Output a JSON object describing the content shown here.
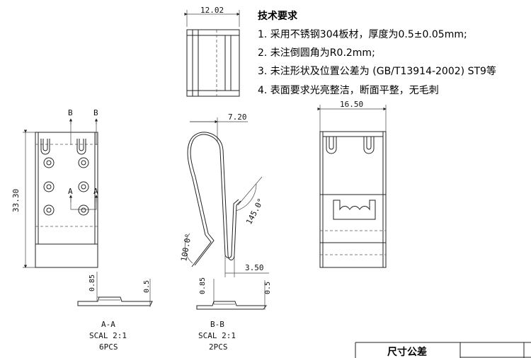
{
  "notes": {
    "title": "技术要求",
    "items": [
      "1. 采用不锈钢304板材，厚度为0.5±0.05mm;",
      "2. 未注倒圆角为R0.2mm;",
      "3. 未注形状及位置公差为 (GB/T13914-2002) ST9等",
      "4. 表面要求光亮整洁，断面平整，无毛刺"
    ]
  },
  "dims": {
    "top_width": "12.02",
    "side_width": "7.20",
    "right_width": "16.50",
    "front_height": "33.30",
    "angle_145": "145.0°",
    "angle_100": "100.0°",
    "gap_350": "3.50",
    "aa_085": "0.85",
    "aa_05": "0.5",
    "bb_085": "0.85",
    "bb_05": "0.5"
  },
  "markers": {
    "b_left": "B",
    "b_right": "B",
    "a_left": "A",
    "a_right": "A"
  },
  "sections": {
    "aa": {
      "name": "A-A",
      "scale": "SCAL 2:1",
      "qty": "6PCS"
    },
    "bb": {
      "name": "B-B",
      "scale": "SCAL 2:1",
      "qty": "2PCS"
    }
  },
  "title_block": {
    "header": "尺寸公差"
  }
}
